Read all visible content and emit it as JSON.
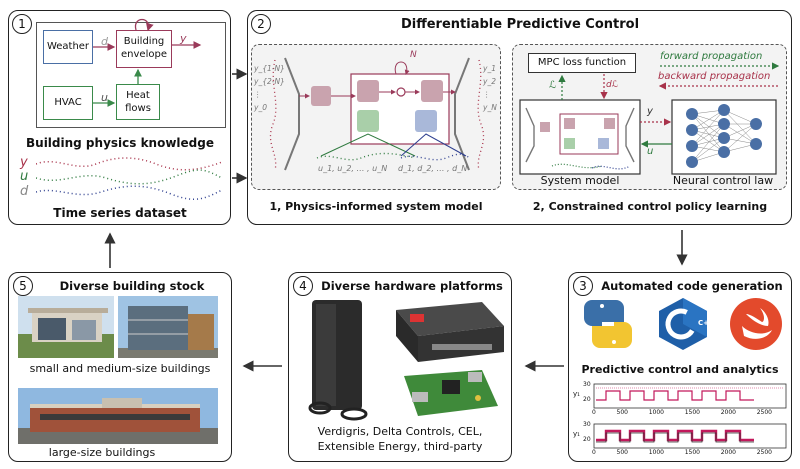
{
  "panel1": {
    "number": "1",
    "weather": "Weather",
    "hvac": "HVAC",
    "building_envelope_l1": "Building",
    "building_envelope_l2": "envelope",
    "heat_flows_l1": "Heat",
    "heat_flows_l2": "flows",
    "sym_d": "d",
    "sym_y": "y",
    "sym_u": "u",
    "title": "Building physics knowledge",
    "legend_y": "y",
    "legend_u": "u",
    "legend_d": "d",
    "dataset_title": "Time series dataset"
  },
  "panel2": {
    "number": "2",
    "title": "Differentiable Predictive Control",
    "left_inputs": [
      "y_{1-N}",
      "y_{2-N}",
      "⋮",
      "y_0"
    ],
    "right_outputs": [
      "y_1",
      "y_2",
      "⋮",
      "y_N"
    ],
    "sym_N": "N",
    "u_seq": "u_1, u_2, … , u_N",
    "d_seq": "d_1, d_2, … , d_N",
    "sub1": "1, Physics-informed system model",
    "mpc_loss": "MPC loss function",
    "forward": "forward propagation",
    "backward": "backward propagation",
    "sym_L": "ℒ",
    "sym_dL": "dℒ",
    "sym_y": "y",
    "sym_u": "u",
    "system_model": "System model",
    "neural_law": "Neural control law",
    "sub2": "2, Constrained control policy learning"
  },
  "panel3": {
    "number": "3",
    "title": "Automated code generation",
    "cpp_label": "C++",
    "analytics_title": "Predictive control and analytics",
    "plot_ylabel": "y₁",
    "plot1_yticks": [
      "30",
      "20"
    ],
    "plot2_yticks": [
      "30",
      "20"
    ],
    "xticks": [
      "0",
      "500",
      "1000",
      "1500",
      "2000",
      "2500"
    ]
  },
  "panel4": {
    "number": "4",
    "title": "Diverse hardware platforms",
    "caption_l1": "Verdigris, Delta Controls, CEL,",
    "caption_l2": "Extensible Energy, third-party"
  },
  "panel5": {
    "number": "5",
    "title": "Diverse building stock",
    "caption_small": "small and medium-size buildings",
    "caption_large": "large-size buildings"
  },
  "colors": {
    "weather_border": "#4a6fa5",
    "envelope_border": "#9a3a5a",
    "hvac_border": "#3a8a4a",
    "y_series": "#a8324a",
    "u_series": "#2f7a3f",
    "d_series": "#2e3f8f",
    "forward": "#2f7a3f",
    "backward": "#a8324a",
    "plot_signal": "#c2185b"
  }
}
